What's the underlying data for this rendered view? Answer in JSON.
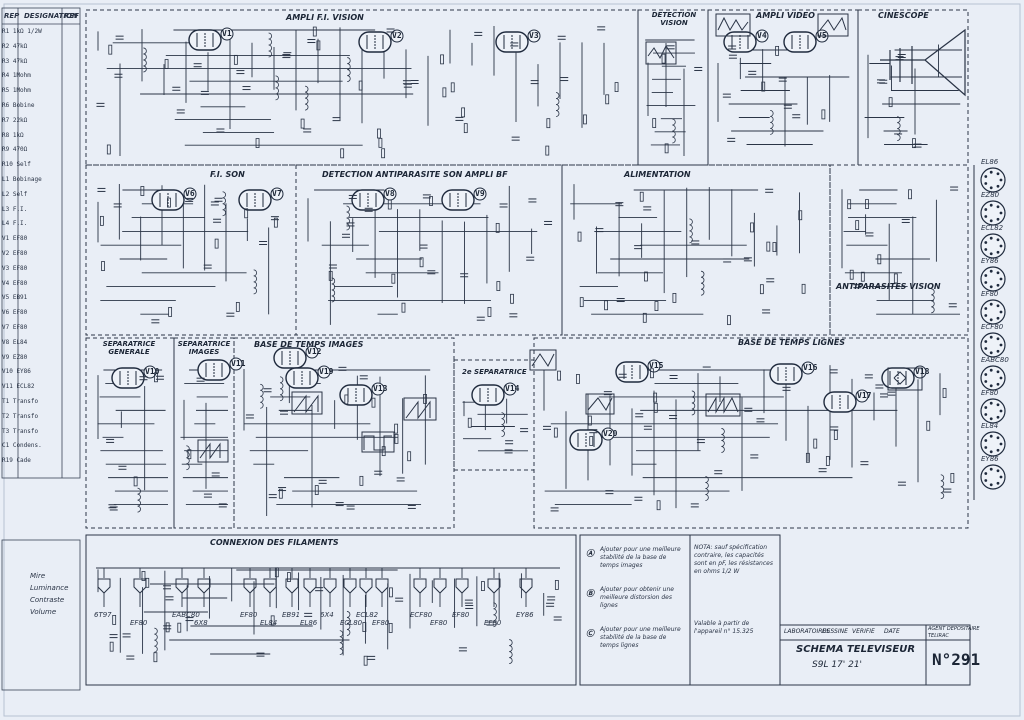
{
  "sheet": {
    "number": "N°291",
    "title": "SCHEMA TELEVISEUR",
    "model": "S9L 17' 21'"
  },
  "legend": {
    "headers": {
      "rep": "REP",
      "designation": "DESIGNATION",
      "ref": "REF"
    },
    "rows": [
      "R1  1kΩ  1/2W",
      "R2  47kΩ",
      "R3  47kΩ",
      "R4  1Mohm",
      "R5  1Mohm",
      "R6  Bobine",
      "R7  22kΩ",
      "R8  1kΩ",
      "R9  470Ω",
      "R10 Self",
      "L1  Bobinage",
      "L2  Self",
      "L3  F.I.",
      "L4  F.I.",
      "V1  EF80",
      "V2  EF80",
      "V3  EF80",
      "V4  EF80",
      "V5  EB91",
      "V6  EF80",
      "V7  EF80",
      "V8  EL84",
      "V9  EZ80",
      "V10 EY86",
      "V11 ECL82",
      "T1  Transfo",
      "T2  Transfo",
      "T3  Transfo",
      "C1  Condens.",
      "R19 Cade"
    ],
    "notes": [
      "Mire",
      "Luminance",
      "Contraste",
      "Volume"
    ]
  },
  "sections": {
    "ampli_fi_vision": "AMPLI F.I. VISION",
    "detection_vision": "DETECTION VISION",
    "ampli_video": "AMPLI VIDEO",
    "cinescope": "CINESCOPE",
    "fi_son": "F.I. SON",
    "detection_son": "DETECTION ANTIPARASITE SON AMPLI BF",
    "alimentation": "ALIMENTATION",
    "antiparasites_vision": "ANTIPARASITES VISION",
    "separatrice_generale": "SEPARATRICE GENERALE",
    "separatrice_images": "SEPARATRICE IMAGES",
    "base_temps_images": "BASE DE TEMPS IMAGES",
    "separatrice_2": "2e SEPARATRICE",
    "base_temps_lignes": "BASE DE TEMPS LIGNES",
    "connexion_filaments": "CONNEXION DES FILAMENTS"
  },
  "tubes": [
    {
      "id": "V1",
      "label": "V1"
    },
    {
      "id": "V2",
      "label": "V2"
    },
    {
      "id": "V3",
      "label": "V3"
    },
    {
      "id": "V4",
      "label": "V4"
    },
    {
      "id": "V5",
      "label": "V5"
    },
    {
      "id": "V6",
      "label": "V6"
    },
    {
      "id": "V7",
      "label": "V7"
    },
    {
      "id": "V8",
      "label": "V8"
    },
    {
      "id": "V9",
      "label": "V9"
    },
    {
      "id": "V10",
      "label": "V10"
    },
    {
      "id": "V11",
      "label": "V11"
    },
    {
      "id": "V12",
      "label": "V12"
    },
    {
      "id": "V13",
      "label": "V13"
    },
    {
      "id": "V14",
      "label": "V14"
    },
    {
      "id": "V15",
      "label": "V15"
    },
    {
      "id": "V16",
      "label": "V16"
    },
    {
      "id": "V17",
      "label": "V17"
    },
    {
      "id": "V18",
      "label": "V18"
    },
    {
      "id": "V19",
      "label": "V19"
    },
    {
      "id": "V20",
      "label": "V20"
    }
  ],
  "filaments": [
    "6T97",
    "EF80",
    "EABC80",
    "6X8",
    "EF80",
    "EL84",
    "EB91",
    "EL86",
    "6X4",
    "ECL80",
    "ECL82",
    "EF80",
    "ECF80",
    "EF80",
    "EF80",
    "EF80",
    "EY86"
  ],
  "right_tubes": [
    "EL86",
    "EZ80",
    "ECL82",
    "EY86",
    "EF80",
    "ECF80",
    "EABC80",
    "EF80",
    "EL84",
    "EY86"
  ],
  "notes": {
    "A": "Ajouter pour une meilleure stabilité de la base de temps images",
    "B": "Ajouter pour obtenir une meilleure distorsion des lignes",
    "C": "Ajouter pour une meilleure stabilité de la base de temps lignes",
    "nota": "NOTA: sauf spécification contraire, les capacités sont en pF, les résistances en ohms 1/2 W",
    "valid": "Valable à partir de l'appareil n° 15.325"
  },
  "titleblock": {
    "lab": "LABORATOIRES",
    "drawn": "DESSINE",
    "checked": "VERIFIE",
    "date": "DATE",
    "company": "AGENT DEPOSITAIRE",
    "address": "TELIRAC"
  },
  "colors": {
    "paper": "#e9eef6",
    "ink": "#1f2a3d",
    "grid": "#9aa6ba"
  }
}
